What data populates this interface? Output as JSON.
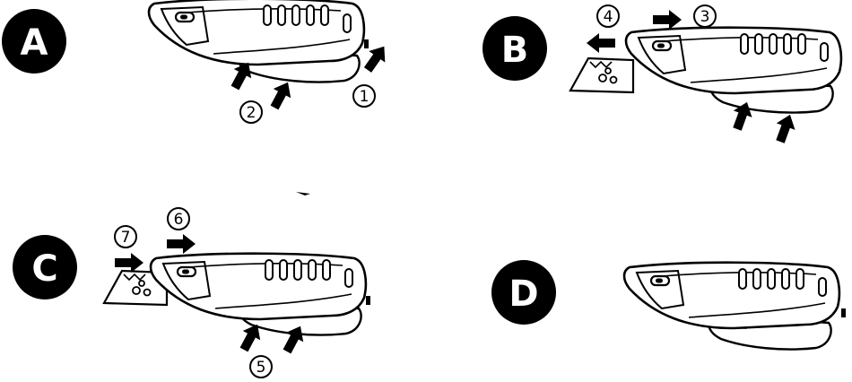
{
  "colors": {
    "ink": "#000000",
    "paper": "#ffffff"
  },
  "panels": [
    {
      "badge": "A",
      "steps": [
        "1",
        "2"
      ]
    },
    {
      "badge": "B",
      "steps": [
        "3",
        "4"
      ]
    },
    {
      "badge": "C",
      "steps": [
        "5",
        "6",
        "7"
      ]
    },
    {
      "badge": "D",
      "steps": []
    }
  ]
}
